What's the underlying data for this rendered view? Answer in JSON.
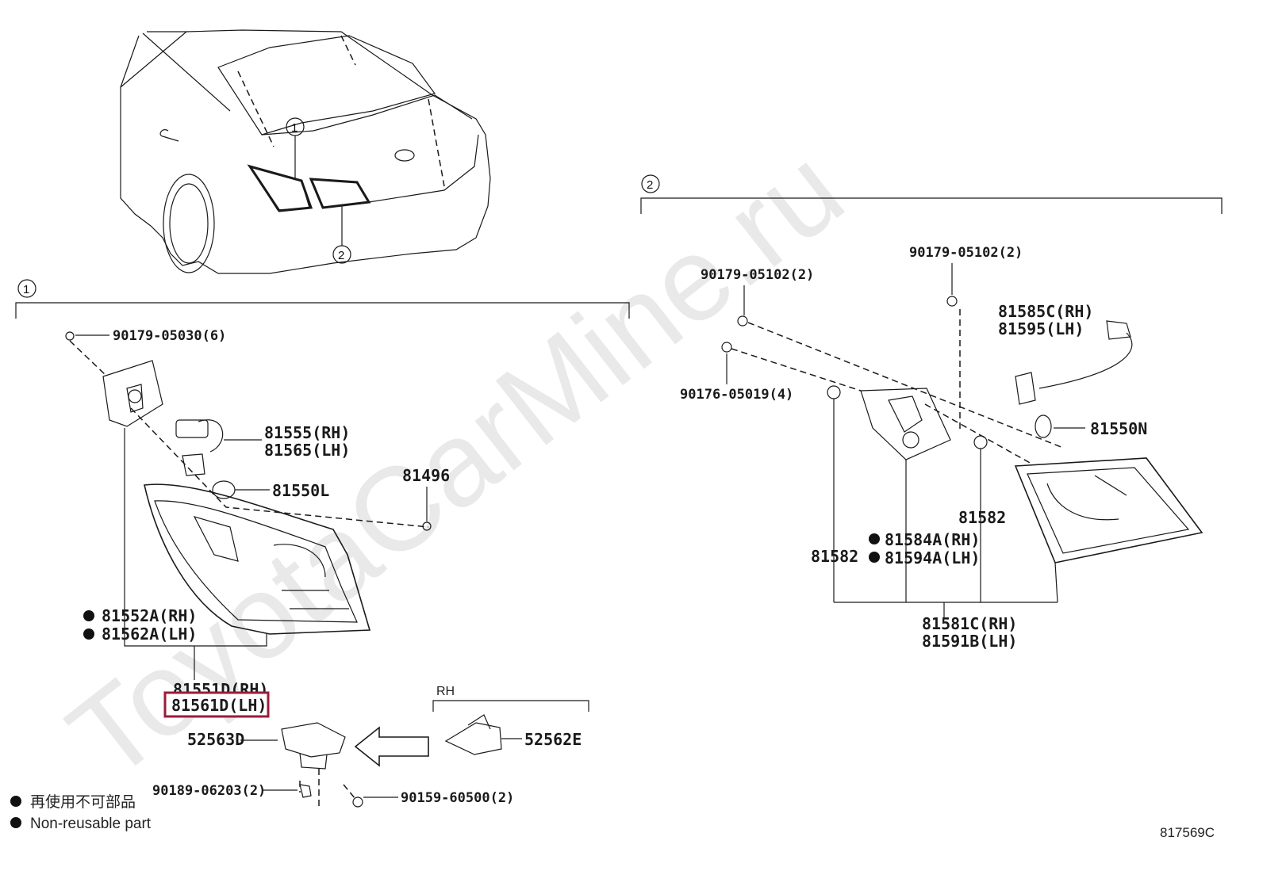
{
  "watermark": "ToyotaCarMine.ru",
  "diagram_id": "817569C",
  "callouts": {
    "one": "1",
    "two": "2"
  },
  "section_rh_label": "RH",
  "parts": {
    "p90179_05030": "90179-05030(6)",
    "p81555": "81555(RH)",
    "p81565": "81565(LH)",
    "p81550L": "81550L",
    "p81496": "81496",
    "p81552A": "81552A(RH)",
    "p81562A": "81562A(LH)",
    "p81551D": "81551D(RH)",
    "p81561D": "81561D(LH)",
    "p52563D": "52563D",
    "p52562E": "52562E",
    "p90189_06203": "90189-06203(2)",
    "p90159_60500": "90159-60500(2)",
    "p90179_05102_a": "90179-05102(2)",
    "p90179_05102_b": "90179-05102(2)",
    "p81585C": "81585C(RH)",
    "p81595": "81595(LH)",
    "p90176_05019": "90176-05019(4)",
    "p81550N": "81550N",
    "p81582_a": "81582",
    "p81582_b": "81582",
    "p81584A": "81584A(RH)",
    "p81594A": "81594A(LH)",
    "p81581C": "81581C(RH)",
    "p81591B": "81591B(LH)"
  },
  "legend": {
    "jp": "再使用不可部品",
    "en": "Non-reusable part"
  },
  "highlight_color": "#9b1b3a"
}
